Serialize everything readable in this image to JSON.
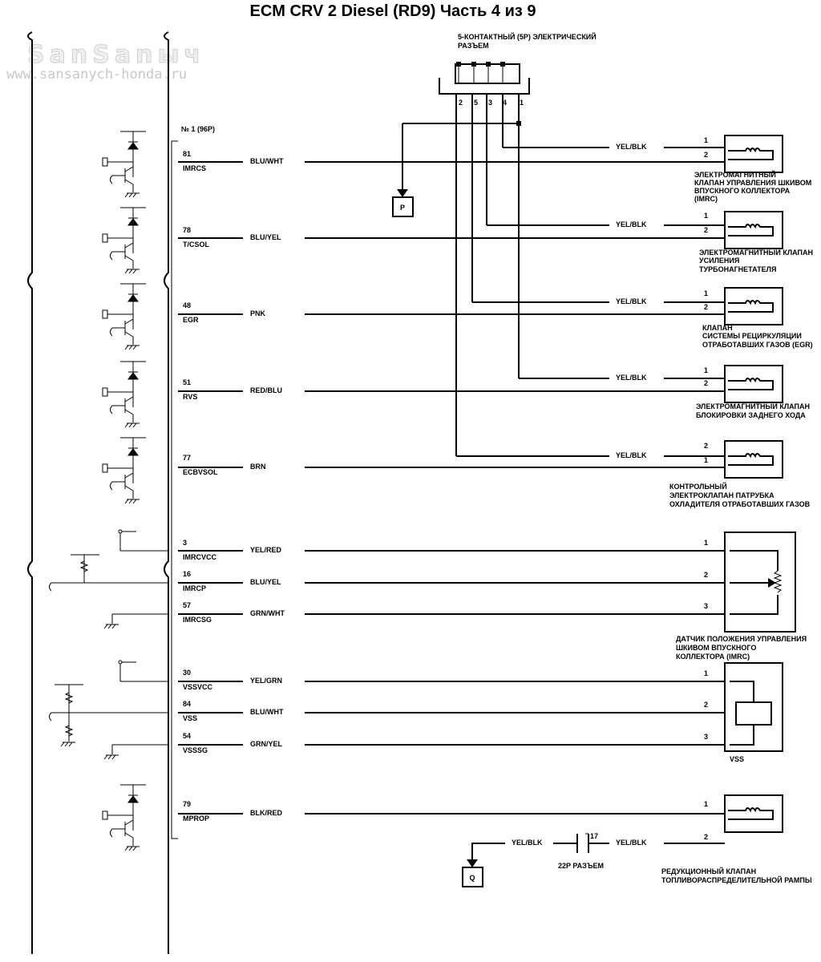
{
  "title": "ECM CRV 2 Diesel (RD9) Часть 4 из 9",
  "watermark": {
    "logo": "SanSanыч",
    "url": "www.sansanych-honda.ru"
  },
  "ecm_connector_label": "№ 1 (96P)",
  "top_connector": {
    "label_line1": "5-КОНТАКТНЫЙ (5P) ЭЛЕКТРИЧЕСКИЙ",
    "label_line2": "РАЗЪЕМ",
    "pins": [
      "2",
      "5",
      "3",
      "4",
      "1"
    ]
  },
  "offpage": {
    "p": "P",
    "q": "Q"
  },
  "pins": [
    {
      "num": "81",
      "name": "IMRCS",
      "color": "BLU/WHT"
    },
    {
      "num": "78",
      "name": "T/CSOL",
      "color": "BLU/YEL"
    },
    {
      "num": "48",
      "name": "EGR",
      "color": "PNK"
    },
    {
      "num": "51",
      "name": "RVS",
      "color": "RED/BLU"
    },
    {
      "num": "77",
      "name": "ECBVSOL",
      "color": "BRN"
    },
    {
      "num": "3",
      "name": "IMRCVCC",
      "color": "YEL/RED"
    },
    {
      "num": "16",
      "name": "IMRCP",
      "color": "BLU/YEL"
    },
    {
      "num": "57",
      "name": "IMRCSG",
      "color": "GRN/WHT"
    },
    {
      "num": "30",
      "name": "VSSVCC",
      "color": "YEL/GRN"
    },
    {
      "num": "84",
      "name": "VSS",
      "color": "BLU/WHT"
    },
    {
      "num": "54",
      "name": "VSSSG",
      "color": "GRN/YEL"
    },
    {
      "num": "79",
      "name": "MPROP",
      "color": "BLK/RED"
    }
  ],
  "feed_color": "YEL/BLK",
  "components": [
    {
      "pins": [
        "1",
        "2"
      ],
      "lines": [
        "ЭЛЕКТРОМАГНИТНЫЙ",
        "КЛАПАН УПРАВЛЕНИЯ ШКИВОМ",
        "ВПУСКНОГО КОЛЛЕКТОРА",
        "(IMRC)"
      ]
    },
    {
      "pins": [
        "1",
        "2"
      ],
      "lines": [
        "ЭЛЕКТРОМАГНИТНЫЙ КЛАПАН",
        "УСИЛЕНИЯ",
        "ТУРБОНАГНЕТАТЕЛЯ"
      ]
    },
    {
      "pins": [
        "1",
        "2"
      ],
      "lines": [
        "КЛАПАН",
        "СИСТЕМЫ РЕЦИРКУЛЯЦИИ",
        "ОТРАБОТАВШИХ ГАЗОВ (EGR)"
      ]
    },
    {
      "pins": [
        "1",
        "2"
      ],
      "lines": [
        "ЭЛЕКТРОМАГНИТНЫЙ КЛАПАН",
        "БЛОКИРОВКИ ЗАДНЕГО ХОДА"
      ]
    },
    {
      "pins": [
        "2",
        "1"
      ],
      "lines": [
        "КОНТРОЛЬНЫЙ",
        "ЭЛЕКТРОКЛАПАН ПАТРУБКА",
        "ОХЛАДИТЕЛЯ ОТРАБОТАВШИХ ГАЗОВ"
      ]
    },
    {
      "pins": [
        "1",
        "2",
        "3"
      ],
      "lines": [
        "ДАТЧИК ПОЛОЖЕНИЯ УПРАВЛЕНИЯ",
        "ШКИВОМ ВПУСКНОГО",
        "КОЛЛЕКТОРА (IMRC)"
      ]
    },
    {
      "pins": [
        "1",
        "2",
        "3"
      ],
      "lines": [
        "VSS"
      ]
    },
    {
      "pins": [
        "1",
        "2"
      ],
      "lines": [
        "РЕДУКЦИОННЫЙ КЛАПАН",
        "ТОПЛИВОРАСПРЕДЕЛИТЕЛЬНОЙ РАМПЫ"
      ]
    }
  ],
  "connector_22p": {
    "pin": "17",
    "label": "22P РАЗЪЕМ",
    "color_left": "YEL/BLK",
    "color_right": "YEL/BLK"
  }
}
